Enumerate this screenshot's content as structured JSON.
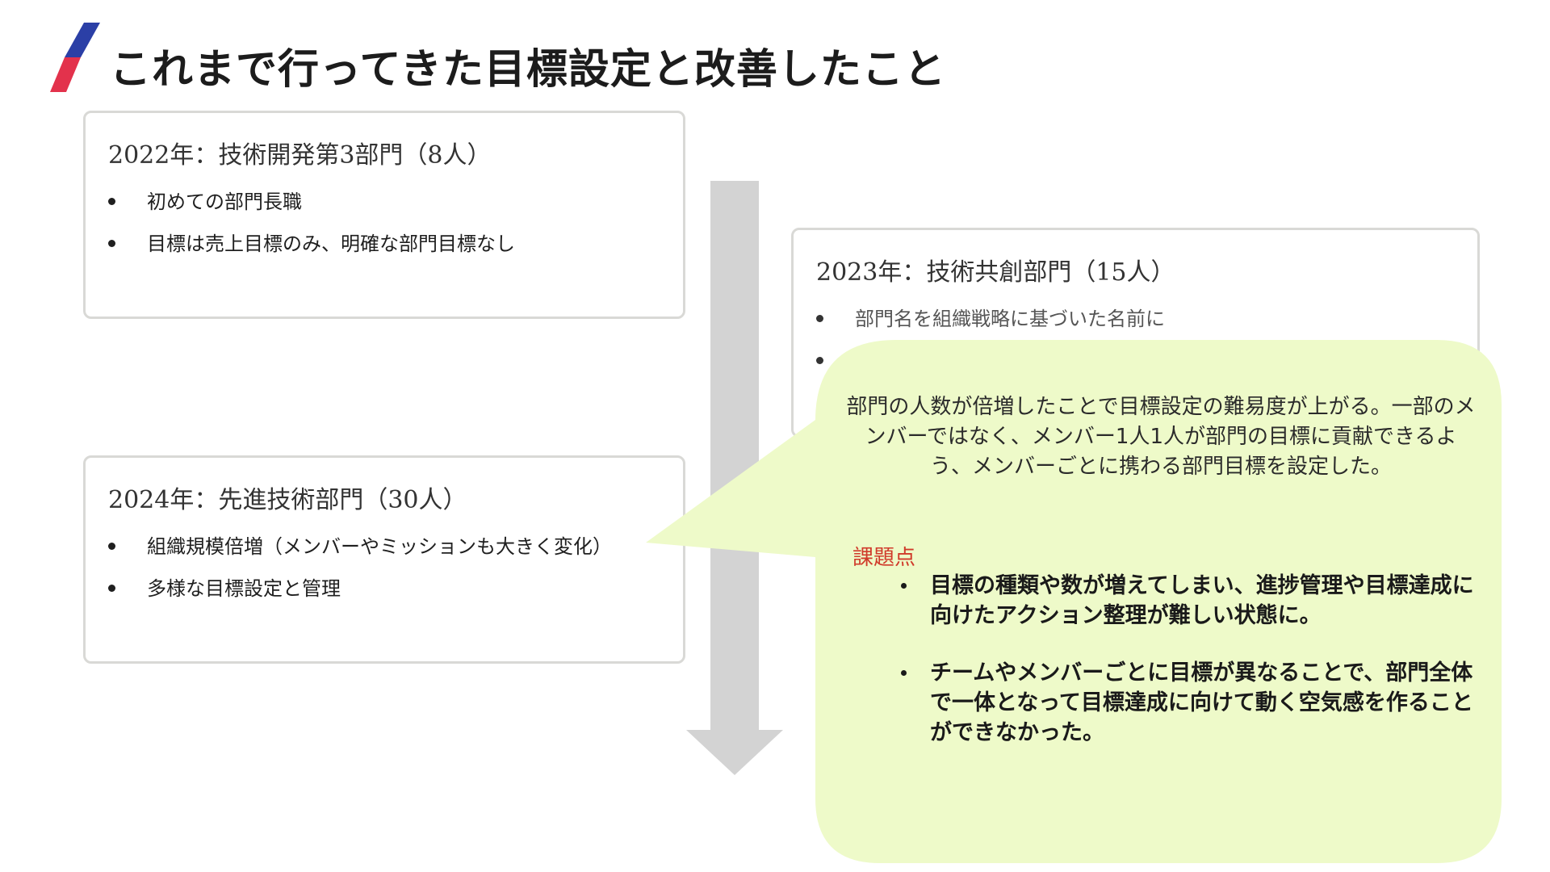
{
  "title": "これまで行ってきた目標設定と改善したこと",
  "colors": {
    "accent_blue": "#2b3fa6",
    "accent_red": "#e3324c",
    "callout_fill": "#eefac9",
    "issue_label": "#d03a2a",
    "arrow": "#d3d3d3"
  },
  "cards": {
    "c2022": {
      "title": "2022年：技術開発第3部門（8人）",
      "items": [
        "初めての部門長職",
        "目標は売上目標のみ、明確な部門目標なし"
      ]
    },
    "c2023": {
      "title": "2023年：技術共創部門（15人）",
      "items": [
        "部門名を組織戦略に基づいた名前に"
      ]
    },
    "c2024": {
      "title": "2024年：先進技術部門（30人）",
      "items": [
        "組織規模倍増（メンバーやミッションも大きく変化）",
        "多様な目標設定と管理"
      ]
    }
  },
  "callout": {
    "text": "部門の人数が倍増したことで目標設定の難易度が上がる。一部のメンバーではなく、メンバー1人1人が部門の目標に貢献できるよう、メンバーごとに携わる部門目標を設定した。",
    "issue_label": "課題点",
    "issues": [
      "目標の種類や数が増えてしまい、進捗管理や目標達成に向けたアクション整理が難しい状態に。",
      "チームやメンバーごとに目標が異なることで、部門全体で一体となって目標達成に向けて動く空気感を作ることができなかった。"
    ]
  }
}
